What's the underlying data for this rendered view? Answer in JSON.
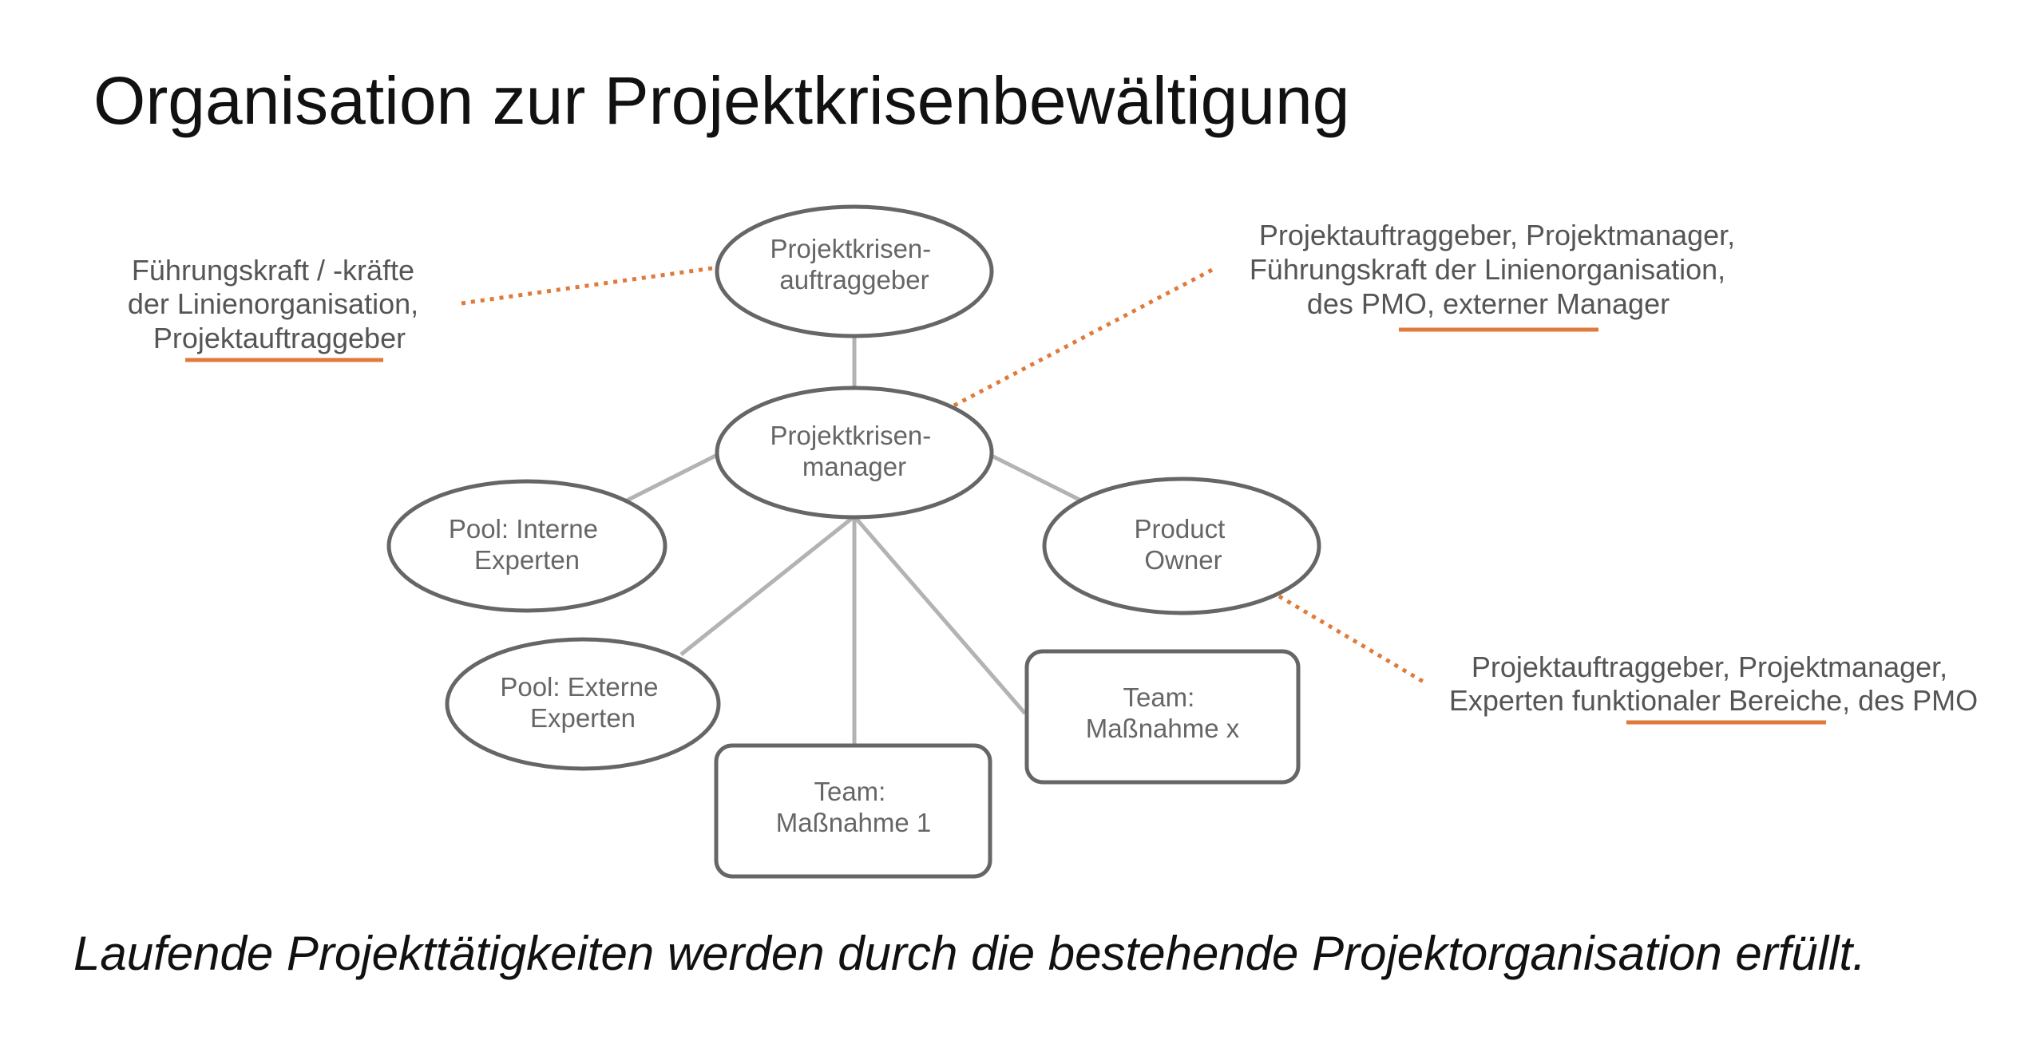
{
  "title": "Organisation zur Projektkrisenbewältigung",
  "nodes": {
    "auftraggeber": [
      "Projektkrisen-",
      "auftraggeber"
    ],
    "manager": [
      "Projektkrisen-",
      "manager"
    ],
    "pool_interne": [
      "Pool: Interne",
      "Experten"
    ],
    "product_owner": [
      "Product",
      "Owner"
    ],
    "pool_externe": [
      "Pool: Externe",
      "Experten"
    ],
    "team_x": [
      "Team:",
      "Maßnahme x"
    ],
    "team_1": [
      "Team:",
      "Maßnahme 1"
    ]
  },
  "notes": {
    "left": [
      "Führungskraft / -kräfte",
      "der Linienorganisation,",
      "Projektauftraggeber"
    ],
    "top_right": [
      "Projektauftraggeber, Projektmanager,",
      "Führungskraft der Linienorganisation,",
      "des PMO, externer Manager"
    ],
    "bottom_right": [
      "Projektauftraggeber, Projektmanager,",
      "Experten funktionaler Bereiche, des PMO"
    ]
  },
  "footer": "Laufende Projekttätigkeiten werden durch die bestehende Projektorganisation erfüllt.",
  "colors": {
    "shape_stroke": "#666666",
    "connector": "#b3b3b3",
    "accent": "#e07a3a"
  }
}
